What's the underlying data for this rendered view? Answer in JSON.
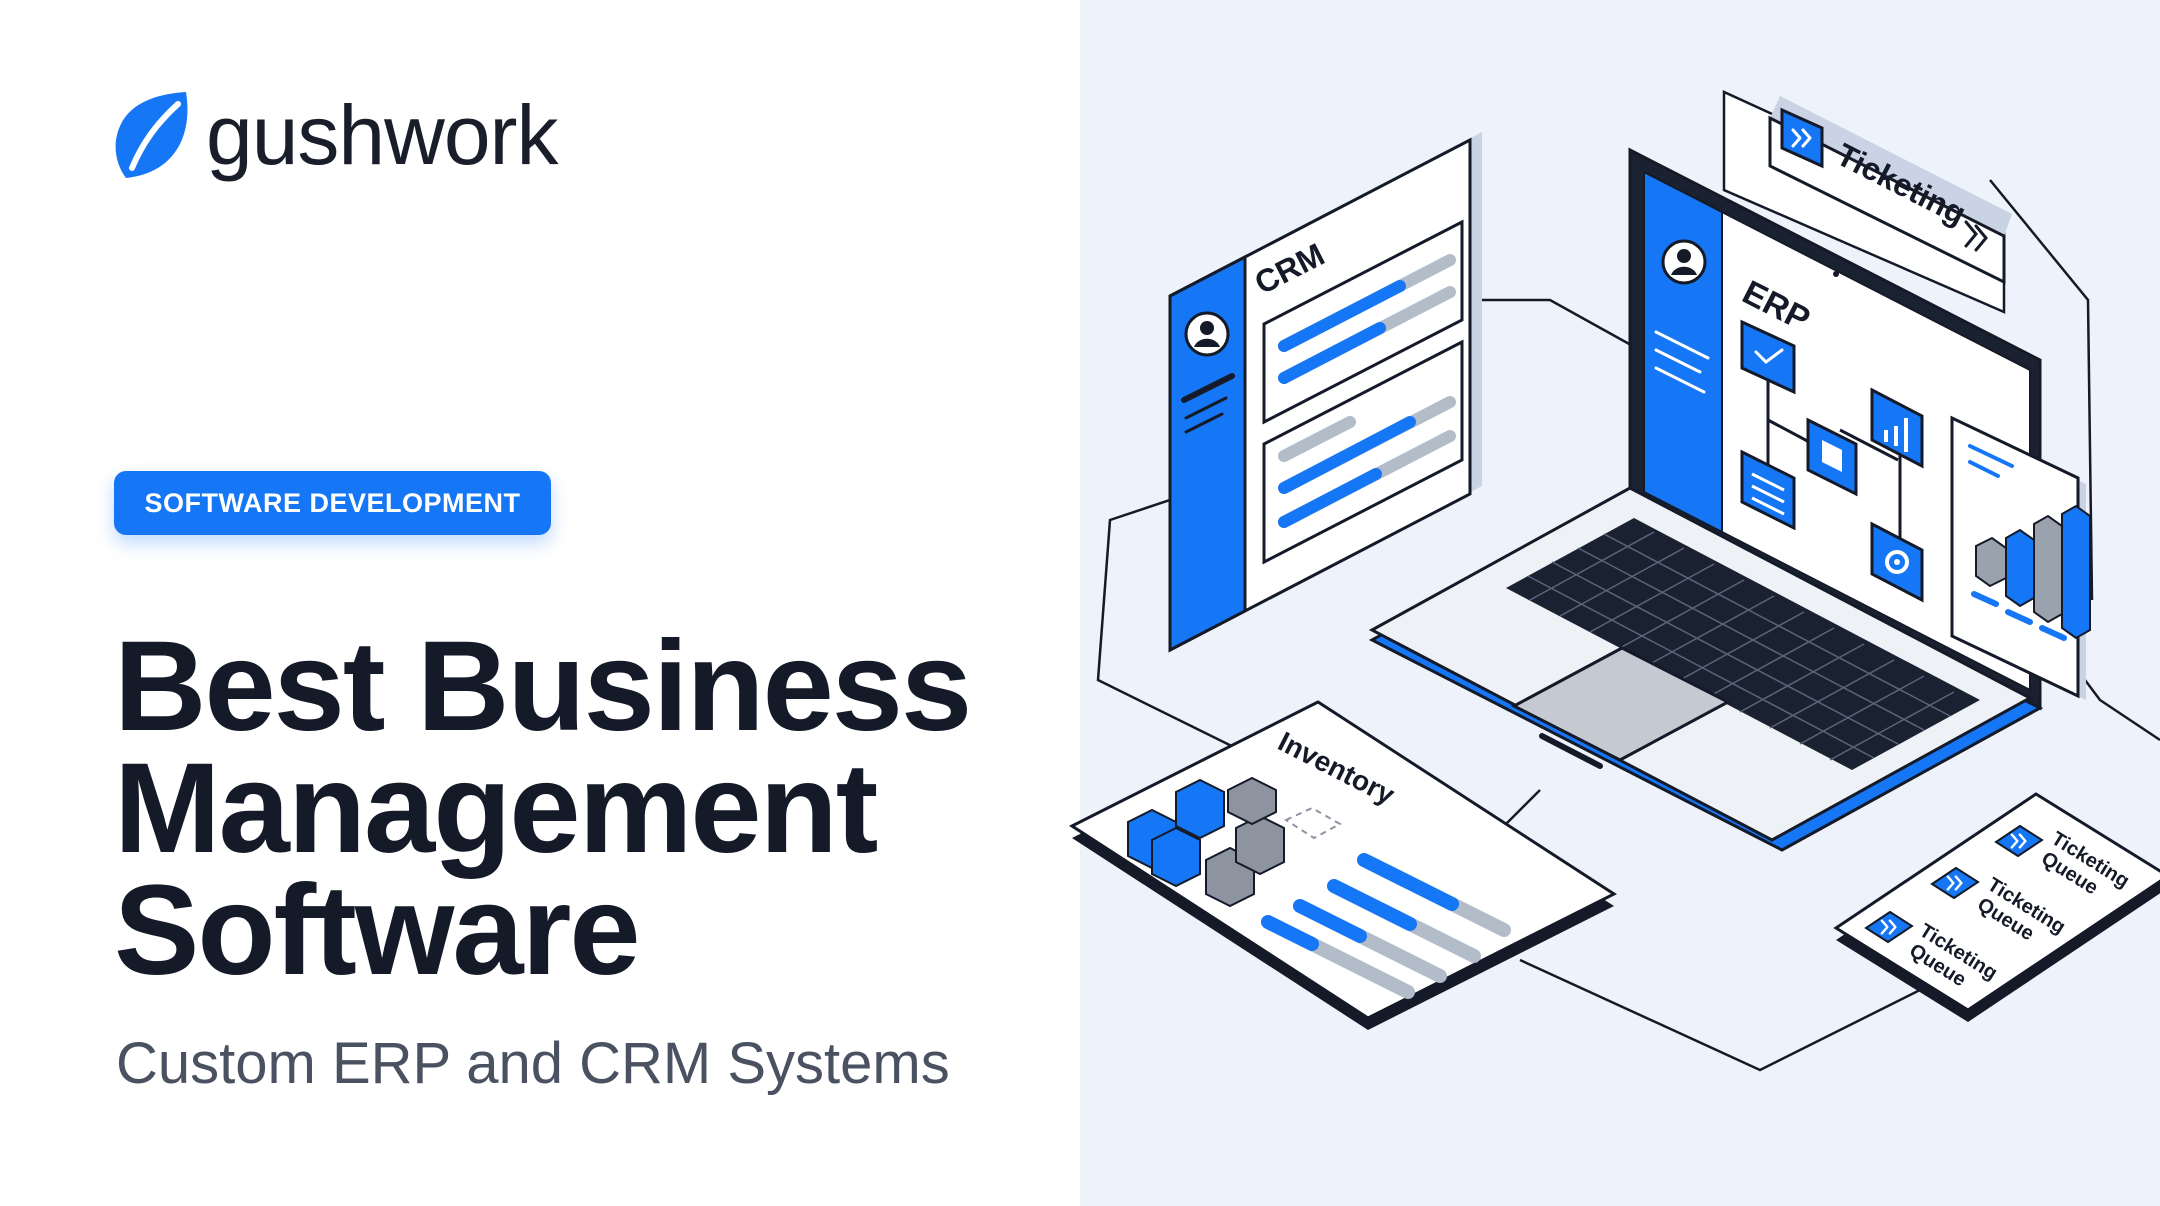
{
  "brand": {
    "name": "gushwork",
    "accent_color": "#1677f6",
    "logo_icon": "leaf-logo-icon"
  },
  "badge": {
    "label": "SOFTWARE DEVELOPMENT"
  },
  "headline": {
    "lines": [
      "Best Business",
      "Management",
      "Software"
    ]
  },
  "subtitle": "Custom ERP and CRM Systems",
  "illustration": {
    "crm_label": "CRM",
    "erp_label": "ERP",
    "ticketing_label": "Ticketing",
    "inventory_label": "Inventory",
    "queue_items": [
      {
        "line1": "Ticketing",
        "line2": "Queue"
      },
      {
        "line1": "Ticketing",
        "line2": "Queue"
      },
      {
        "line1": "Ticketing",
        "line2": "Queue"
      }
    ],
    "icons": [
      "user-avatar-icon",
      "checkmark-icon",
      "list-icon",
      "window-icon",
      "bar-chart-icon",
      "gear-icon",
      "double-chevron-icon"
    ]
  }
}
